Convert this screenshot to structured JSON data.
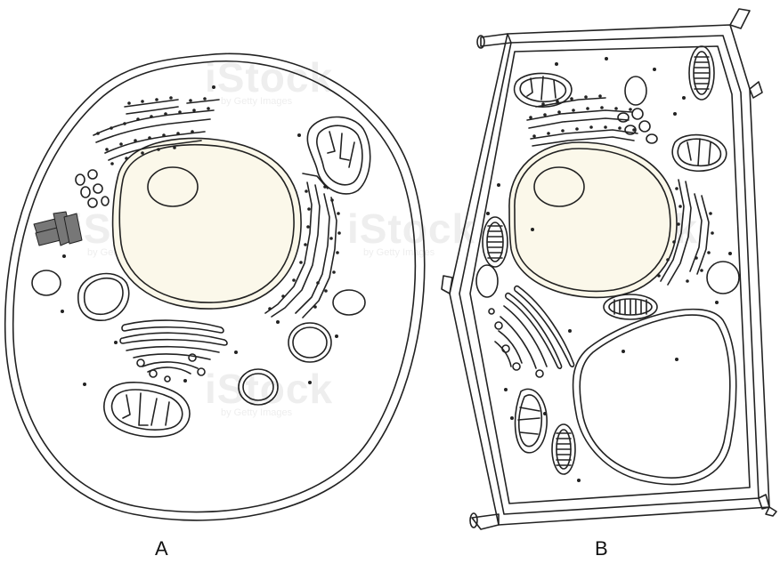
{
  "figure": {
    "labels": {
      "animal_cell": "A",
      "plant_cell": "B"
    },
    "watermark": {
      "brand": "iStock",
      "credit": "by Getty Images"
    },
    "colors": {
      "outline": "#222222",
      "nucleus_fill": "#fbf8ea",
      "background": "#ffffff",
      "watermark": "#eeeeee"
    }
  }
}
